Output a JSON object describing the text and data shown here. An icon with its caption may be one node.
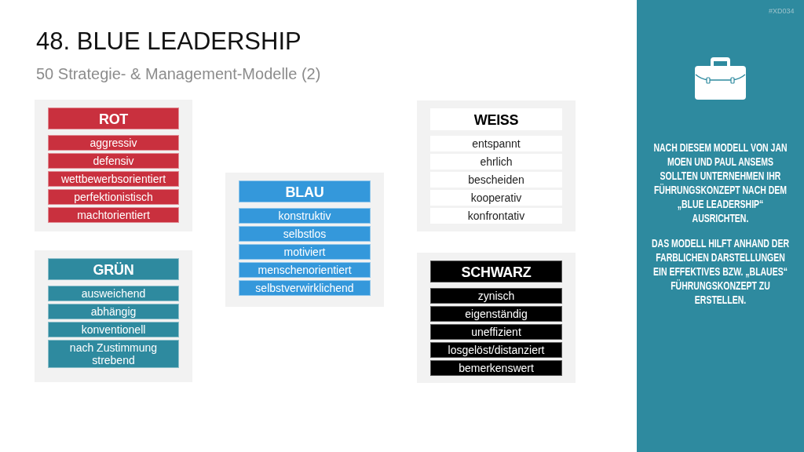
{
  "diagram": {
    "title": "48. BLUE LEADERSHIP",
    "nodes": [
      {
        "text": [],
        "shape": "box"
      },
      {
        "text": [
          "ROT"
        ],
        "in": 0
      },
      {
        "text": [
          "aggressiv"
        ],
        "in": 0
      },
      {
        "text": [
          "defensiv"
        ],
        "in": 0
      },
      {
        "text": [
          "wettbewerbsorientiert"
        ],
        "in": 0
      },
      {
        "text": [
          "perfektionistisch"
        ],
        "in": 0
      },
      {
        "text": [
          "machtorientiert"
        ],
        "in": 0
      },
      {
        "text": [],
        "shape": "box"
      },
      {
        "text": [
          "GRÜN"
        ],
        "in": 7
      },
      {
        "text": [
          "ausweichend"
        ],
        "in": 7
      },
      {
        "text": [
          "abhängig"
        ],
        "in": 7
      },
      {
        "text": [
          "konventionell"
        ],
        "in": 7
      },
      {
        "text": [
          "nach Zustimmung strebend"
        ],
        "in": 7
      },
      {
        "text": [],
        "shape": "box"
      },
      {
        "text": [
          "BLAU"
        ],
        "in": 13
      },
      {
        "text": [
          "konstruktiv"
        ],
        "in": 13
      },
      {
        "text": [
          "selbstlos"
        ],
        "in": 13
      },
      {
        "text": [
          "motiviert"
        ],
        "in": 13
      },
      {
        "text": [
          "menschenorientiert"
        ],
        "in": 13
      },
      {
        "text": [
          "selbstverwirklichend"
        ],
        "in": 13
      },
      {
        "text": [],
        "shape": "box"
      },
      {
        "text": [
          "WEISS"
        ],
        "in": 20
      },
      {
        "text": [
          "entspannt"
        ],
        "in": 20
      },
      {
        "text": [
          "ehrlich"
        ],
        "in": 20
      },
      {
        "text": [
          "bescheiden"
        ],
        "in": 20
      },
      {
        "text": [
          "kooperativ"
        ],
        "in": 20
      },
      {
        "text": [
          "konfrontativ"
        ],
        "in": 20
      },
      {
        "text": [],
        "shape": "box"
      },
      {
        "text": [
          "SCHWARZ"
        ],
        "in": 27
      },
      {
        "text": [
          "zynisch"
        ],
        "in": 27
      },
      {
        "text": [
          "eigenständig"
        ],
        "in": 27
      },
      {
        "text": [
          "uneffizient"
        ],
        "in": 27
      },
      {
        "text": [
          "losgelöst/distanziert"
        ],
        "in": 27
      },
      {
        "text": [
          "bemerkenswert"
        ],
        "in": 27
      },
      {
        "text": [
          "NACH DIESEM MODELL VON JAN MOEN UND PAUL ANSEMS SOLLTEN UNTERNEHMEN IHR FÜHRUNGSKONZEPT NACH DEM „BLUE LEADERSHIP“ AUSRICHTEN.",
          "DAS MODELL HILFT ANHAND DER FARBLICHEN DARSTELLUNGEN EIN EFFEKTIVES BZW. „BLAUES“ FÜHRUNGSKONZEPT ZU ERSTELLEN."
        ]
      }
    ],
    "labels": [
      "50 Strategie- & Management-Modelle (2)",
      "#XD034"
    ]
  }
}
